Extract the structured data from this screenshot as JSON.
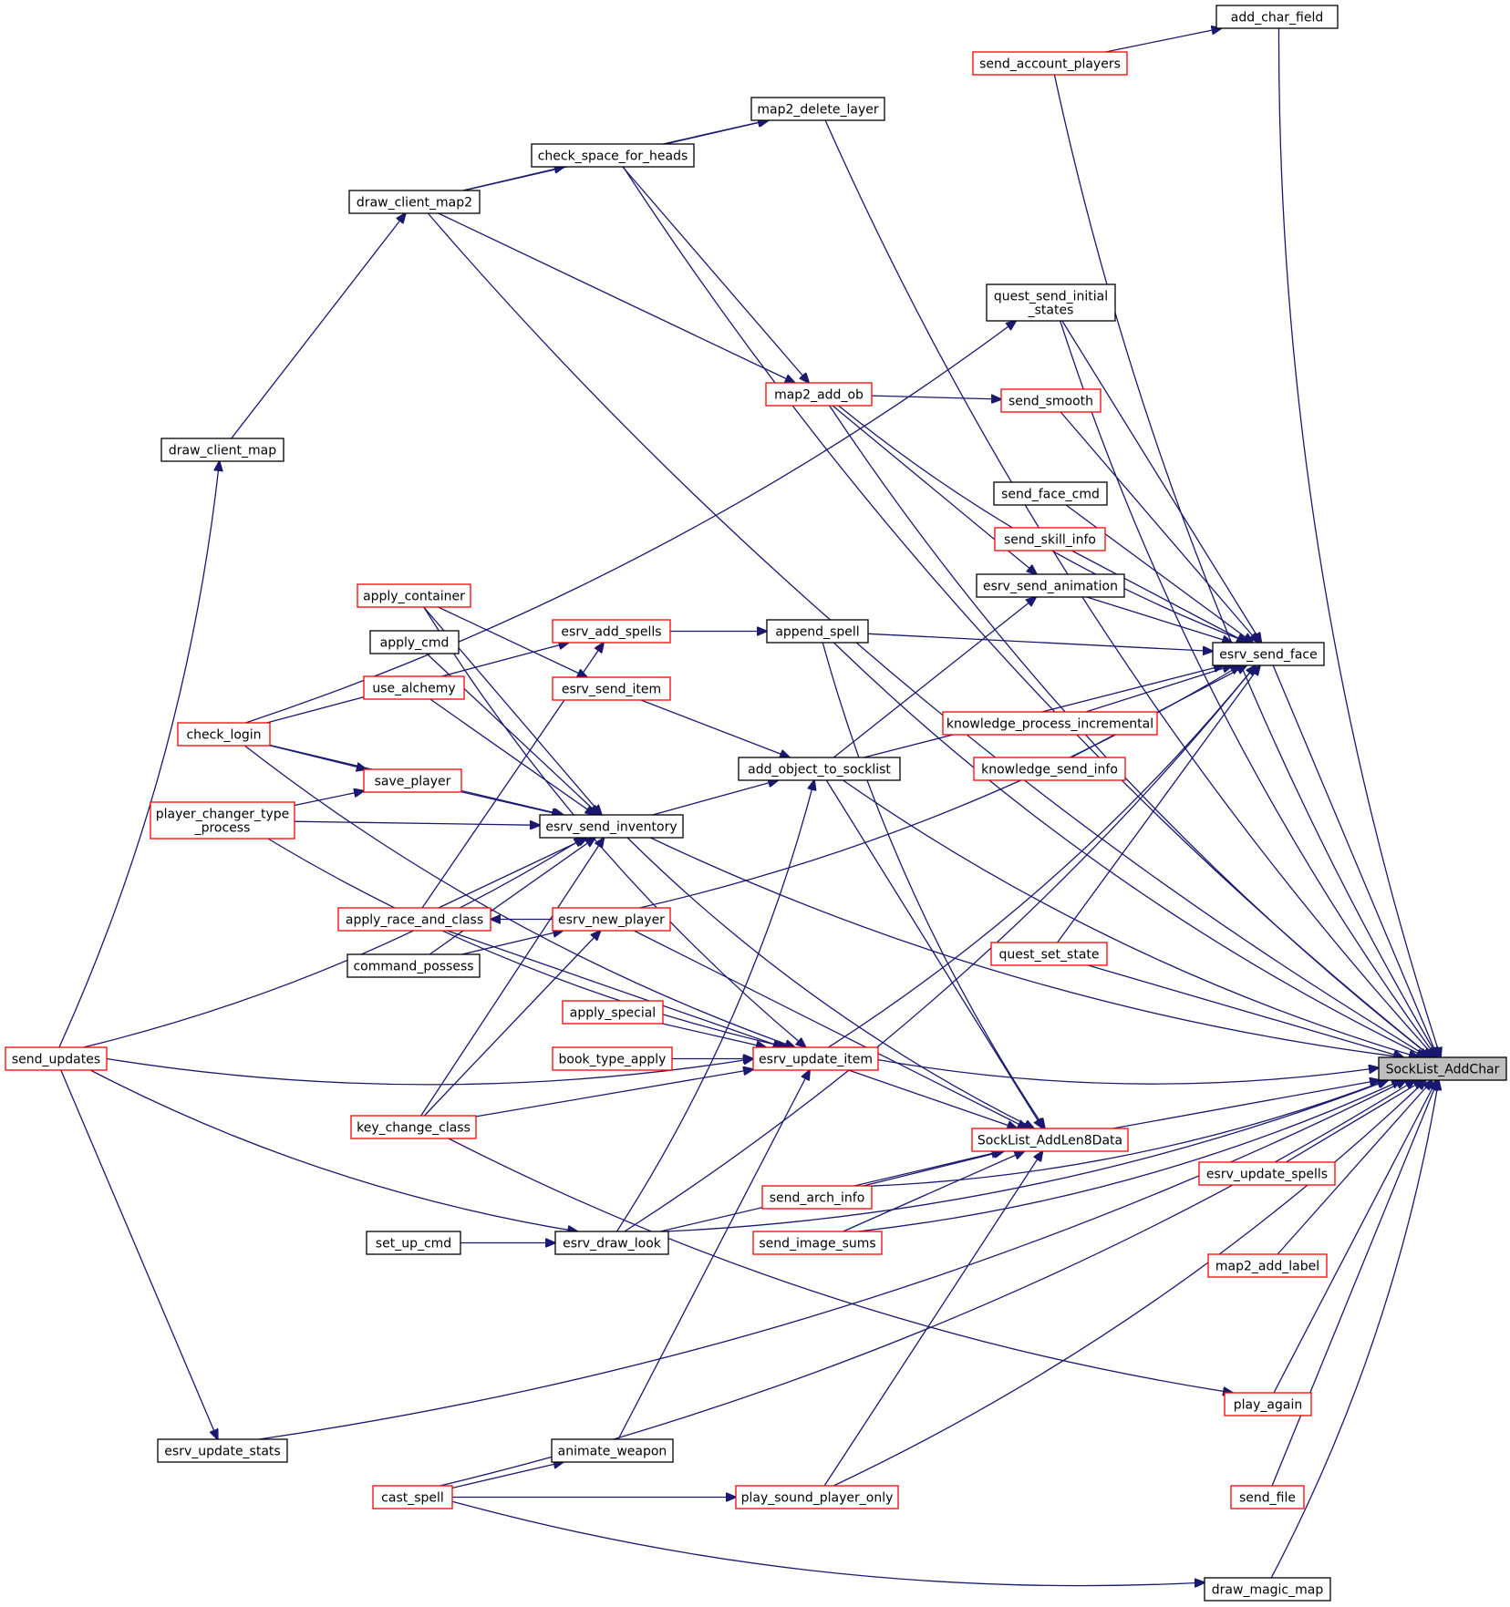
{
  "diagram": {
    "kind": "caller graph",
    "colors": {
      "edge": "#191970",
      "documented_border": "#000000",
      "undocumented_border": "#ff0000",
      "root_fill": "#bfbfbf"
    },
    "nodes": [
      {
        "id": "socklist_addchar",
        "label": "SockList_AddChar",
        "border": "black",
        "root": true
      },
      {
        "id": "add_char_field",
        "label": "add_char_field",
        "border": "black"
      },
      {
        "id": "send_account_players",
        "label": "send_account_players",
        "border": "red"
      },
      {
        "id": "map2_delete_layer",
        "label": "map2_delete_layer",
        "border": "black"
      },
      {
        "id": "check_space_for_heads",
        "label": "check_space_for_heads",
        "border": "black"
      },
      {
        "id": "draw_client_map2",
        "label": "draw_client_map2",
        "border": "black"
      },
      {
        "id": "quest_send_initial_states",
        "label": "quest_send_initial\n_states",
        "border": "black"
      },
      {
        "id": "map2_add_ob",
        "label": "map2_add_ob",
        "border": "red"
      },
      {
        "id": "send_smooth",
        "label": "send_smooth",
        "border": "red"
      },
      {
        "id": "draw_client_map",
        "label": "draw_client_map",
        "border": "black"
      },
      {
        "id": "send_face_cmd",
        "label": "send_face_cmd",
        "border": "black"
      },
      {
        "id": "send_skill_info",
        "label": "send_skill_info",
        "border": "red"
      },
      {
        "id": "esrv_send_animation",
        "label": "esrv_send_animation",
        "border": "black"
      },
      {
        "id": "apply_container",
        "label": "apply_container",
        "border": "red"
      },
      {
        "id": "esrv_add_spells",
        "label": "esrv_add_spells",
        "border": "red"
      },
      {
        "id": "append_spell",
        "label": "append_spell",
        "border": "black"
      },
      {
        "id": "esrv_send_face",
        "label": "esrv_send_face",
        "border": "black"
      },
      {
        "id": "apply_cmd",
        "label": "apply_cmd",
        "border": "black"
      },
      {
        "id": "use_alchemy",
        "label": "use_alchemy",
        "border": "red"
      },
      {
        "id": "esrv_send_item",
        "label": "esrv_send_item",
        "border": "red"
      },
      {
        "id": "knowledge_process_incremental",
        "label": "knowledge_process_incremental",
        "border": "red"
      },
      {
        "id": "check_login",
        "label": "check_login",
        "border": "red"
      },
      {
        "id": "add_object_to_socklist",
        "label": "add_object_to_socklist",
        "border": "black"
      },
      {
        "id": "knowledge_send_info",
        "label": "knowledge_send_info",
        "border": "red"
      },
      {
        "id": "save_player",
        "label": "save_player",
        "border": "red"
      },
      {
        "id": "player_changer_type_process",
        "label": "player_changer_type\n_process",
        "border": "red"
      },
      {
        "id": "esrv_send_inventory",
        "label": "esrv_send_inventory",
        "border": "black"
      },
      {
        "id": "apply_race_and_class",
        "label": "apply_race_and_class",
        "border": "red"
      },
      {
        "id": "esrv_new_player",
        "label": "esrv_new_player",
        "border": "red"
      },
      {
        "id": "command_possess",
        "label": "command_possess",
        "border": "black"
      },
      {
        "id": "quest_set_state",
        "label": "quest_set_state",
        "border": "red"
      },
      {
        "id": "apply_special",
        "label": "apply_special",
        "border": "red"
      },
      {
        "id": "send_updates",
        "label": "send_updates",
        "border": "red"
      },
      {
        "id": "book_type_apply",
        "label": "book_type_apply",
        "border": "red"
      },
      {
        "id": "esrv_update_item",
        "label": "esrv_update_item",
        "border": "red"
      },
      {
        "id": "key_change_class",
        "label": "key_change_class",
        "border": "red"
      },
      {
        "id": "socklist_addlen8data",
        "label": "SockList_AddLen8Data",
        "border": "red"
      },
      {
        "id": "esrv_update_spells",
        "label": "esrv_update_spells",
        "border": "red"
      },
      {
        "id": "send_arch_info",
        "label": "send_arch_info",
        "border": "red"
      },
      {
        "id": "set_up_cmd",
        "label": "set_up_cmd",
        "border": "black"
      },
      {
        "id": "esrv_draw_look",
        "label": "esrv_draw_look",
        "border": "black"
      },
      {
        "id": "send_image_sums",
        "label": "send_image_sums",
        "border": "red"
      },
      {
        "id": "map2_add_label",
        "label": "map2_add_label",
        "border": "red"
      },
      {
        "id": "play_again",
        "label": "play_again",
        "border": "red"
      },
      {
        "id": "esrv_update_stats",
        "label": "esrv_update_stats",
        "border": "black"
      },
      {
        "id": "animate_weapon",
        "label": "animate_weapon",
        "border": "black"
      },
      {
        "id": "cast_spell",
        "label": "cast_spell",
        "border": "red"
      },
      {
        "id": "play_sound_player_only",
        "label": "play_sound_player_only",
        "border": "red"
      },
      {
        "id": "send_file",
        "label": "send_file",
        "border": "red"
      },
      {
        "id": "draw_magic_map",
        "label": "draw_magic_map",
        "border": "black"
      }
    ],
    "edges": [
      [
        "add_char_field",
        "socklist_addchar"
      ],
      [
        "send_account_players",
        "add_char_field"
      ],
      [
        "send_account_players",
        "socklist_addchar"
      ],
      [
        "map2_delete_layer",
        "socklist_addchar"
      ],
      [
        "check_space_for_heads",
        "map2_delete_layer"
      ],
      [
        "check_space_for_heads",
        "socklist_addchar"
      ],
      [
        "draw_client_map2",
        "map2_delete_layer"
      ],
      [
        "draw_client_map2",
        "check_space_for_heads"
      ],
      [
        "draw_client_map2",
        "socklist_addchar"
      ],
      [
        "draw_client_map2",
        "map2_add_ob"
      ],
      [
        "check_space_for_heads",
        "map2_add_ob"
      ],
      [
        "map2_add_ob",
        "socklist_addchar"
      ],
      [
        "quest_send_initial_states",
        "socklist_addchar"
      ],
      [
        "quest_send_initial_states",
        "esrv_send_face"
      ],
      [
        "map2_add_ob",
        "send_smooth"
      ],
      [
        "map2_add_ob",
        "esrv_send_face"
      ],
      [
        "map2_add_ob",
        "esrv_send_animation"
      ],
      [
        "send_smooth",
        "esrv_send_face"
      ],
      [
        "draw_client_map",
        "draw_client_map2"
      ],
      [
        "send_face_cmd",
        "esrv_send_face"
      ],
      [
        "send_skill_info",
        "esrv_send_face"
      ],
      [
        "esrv_send_animation",
        "esrv_send_face"
      ],
      [
        "append_spell",
        "esrv_send_face"
      ],
      [
        "append_spell",
        "socklist_addchar"
      ],
      [
        "append_spell",
        "socklist_addlen8data"
      ],
      [
        "esrv_add_spells",
        "append_spell"
      ],
      [
        "check_login",
        "esrv_add_spells"
      ],
      [
        "check_login",
        "quest_send_initial_states"
      ],
      [
        "check_login",
        "save_player"
      ],
      [
        "check_login",
        "esrv_send_inventory"
      ],
      [
        "check_login",
        "esrv_update_item"
      ],
      [
        "apply_race_and_class",
        "esrv_add_spells"
      ],
      [
        "apply_container",
        "esrv_send_item"
      ],
      [
        "apply_container",
        "esrv_send_inventory"
      ],
      [
        "apply_container",
        "esrv_update_item"
      ],
      [
        "apply_cmd",
        "esrv_send_inventory"
      ],
      [
        "use_alchemy",
        "esrv_send_inventory"
      ],
      [
        "esrv_send_item",
        "add_object_to_socklist"
      ],
      [
        "add_object_to_socklist",
        "esrv_send_face"
      ],
      [
        "add_object_to_socklist",
        "esrv_send_animation"
      ],
      [
        "add_object_to_socklist",
        "socklist_addchar"
      ],
      [
        "add_object_to_socklist",
        "socklist_addlen8data"
      ],
      [
        "knowledge_process_incremental",
        "esrv_send_face"
      ],
      [
        "knowledge_send_info",
        "esrv_send_face"
      ],
      [
        "esrv_send_face",
        "socklist_addchar"
      ],
      [
        "save_player",
        "esrv_send_inventory"
      ],
      [
        "player_changer_type_process",
        "save_player"
      ],
      [
        "player_changer_type_process",
        "esrv_send_inventory"
      ],
      [
        "player_changer_type_process",
        "esrv_update_item"
      ],
      [
        "esrv_send_inventory",
        "add_object_to_socklist"
      ],
      [
        "esrv_send_inventory",
        "socklist_addchar"
      ],
      [
        "esrv_send_inventory",
        "socklist_addlen8data"
      ],
      [
        "apply_race_and_class",
        "esrv_send_inventory"
      ],
      [
        "apply_race_and_class",
        "esrv_update_item"
      ],
      [
        "esrv_new_player",
        "apply_race_and_class"
      ],
      [
        "esrv_new_player",
        "esrv_send_face"
      ],
      [
        "esrv_new_player",
        "socklist_addlen8data"
      ],
      [
        "command_possess",
        "esrv_send_inventory"
      ],
      [
        "command_possess",
        "esrv_new_player"
      ],
      [
        "key_change_class",
        "esrv_send_inventory"
      ],
      [
        "key_change_class",
        "esrv_new_player"
      ],
      [
        "key_change_class",
        "esrv_update_item"
      ],
      [
        "key_change_class",
        "play_again"
      ],
      [
        "quest_set_state",
        "esrv_send_face"
      ],
      [
        "quest_set_state",
        "socklist_addchar"
      ],
      [
        "apply_special",
        "esrv_update_item"
      ],
      [
        "book_type_apply",
        "esrv_update_item"
      ],
      [
        "send_updates",
        "esrv_send_inventory"
      ],
      [
        "send_updates",
        "esrv_update_item"
      ],
      [
        "send_updates",
        "draw_client_map"
      ],
      [
        "send_updates",
        "esrv_draw_look"
      ],
      [
        "send_updates",
        "esrv_update_stats"
      ],
      [
        "esrv_update_item",
        "socklist_addchar"
      ],
      [
        "esrv_update_item",
        "socklist_addlen8data"
      ],
      [
        "esrv_update_item",
        "esrv_send_face"
      ],
      [
        "socklist_addlen8data",
        "socklist_addchar"
      ],
      [
        "esrv_update_spells",
        "socklist_addchar"
      ],
      [
        "send_arch_info",
        "socklist_addlen8data"
      ],
      [
        "send_arch_info",
        "socklist_addchar"
      ],
      [
        "send_image_sums",
        "socklist_addlen8data"
      ],
      [
        "send_image_sums",
        "socklist_addchar"
      ],
      [
        "set_up_cmd",
        "esrv_draw_look"
      ],
      [
        "esrv_draw_look",
        "add_object_to_socklist"
      ],
      [
        "esrv_draw_look",
        "esrv_send_face"
      ],
      [
        "esrv_draw_look",
        "socklist_addchar"
      ],
      [
        "esrv_draw_look",
        "socklist_addlen8data"
      ],
      [
        "map2_add_label",
        "socklist_addchar"
      ],
      [
        "play_again",
        "socklist_addchar"
      ],
      [
        "esrv_update_stats",
        "socklist_addchar"
      ],
      [
        "animate_weapon",
        "esrv_update_item"
      ],
      [
        "cast_spell",
        "animate_weapon"
      ],
      [
        "cast_spell",
        "play_sound_player_only"
      ],
      [
        "cast_spell",
        "draw_magic_map"
      ],
      [
        "cast_spell",
        "socklist_addchar"
      ],
      [
        "play_sound_player_only",
        "socklist_addlen8data"
      ],
      [
        "play_sound_player_only",
        "socklist_addchar"
      ],
      [
        "send_file",
        "socklist_addchar"
      ],
      [
        "draw_magic_map",
        "socklist_addchar"
      ]
    ]
  }
}
